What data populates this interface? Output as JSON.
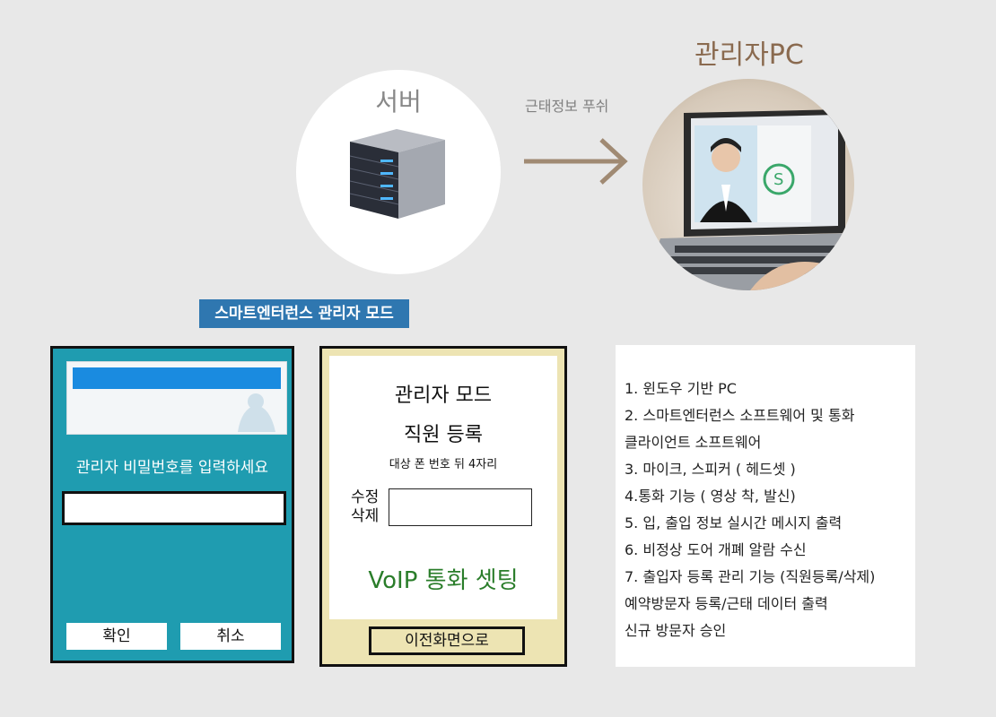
{
  "diagram": {
    "server_label": "서버",
    "push_label": "근태정보 푸쉬",
    "pc_label": "관리자PC",
    "mode_label": "스마트엔터런스 관리자 모드"
  },
  "login_panel": {
    "message": "관리자 비밀번호를 입력하세요",
    "password_value": "",
    "confirm_label": "확인",
    "cancel_label": "취소"
  },
  "admin_panel": {
    "title": "관리자 모드",
    "subtitle": "직원 등록",
    "hint": "대상 폰 번호 뒤 4자리",
    "edit_line1": "수정",
    "edit_line2": "삭제",
    "phone_value": "",
    "voip_label": "VoIP 통화 셋팅",
    "prev_label": "이전화면으로"
  },
  "features": [
    "1. 윈도우 기반 PC",
    "2. 스마트엔터런스 소프트웨어 및 통화",
    "클라이언트 소프트웨어",
    "3. 마이크, 스피커 ( 헤드셋 )",
    "4.통화 기능 ( 영상 착, 발신)",
    "5. 입, 출입 정보 실시간 메시지 출력",
    "6. 비정상 도어 개폐 알람 수신",
    "7. 출입자 등록 관리 기능 (직원등록/삭제)",
    "예약방문자 등록/근태 데이터 출력",
    "신규 방문자 승인"
  ],
  "colors": {
    "teal": "#1f9cb0",
    "yellow": "#ede4b3",
    "mode_blue": "#2f77b0",
    "voip_green": "#2a7d2a",
    "pc_brown": "#8a6a4f"
  }
}
